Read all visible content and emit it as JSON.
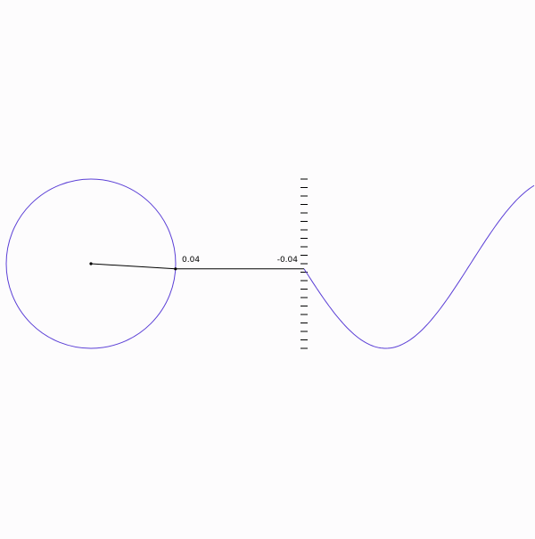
{
  "diagram": {
    "colors": {
      "background": "#fdfcfd",
      "circle": "#5b3fd6",
      "wave": "#5b3fd6",
      "line": "#000000",
      "ticks": "#000000"
    },
    "circle_point_label": "0.04",
    "axis_value_label": "-0.04",
    "axis_tick_count": 21,
    "radius_angle_deg": -3.5,
    "wave_phase_deg": -3.5
  }
}
